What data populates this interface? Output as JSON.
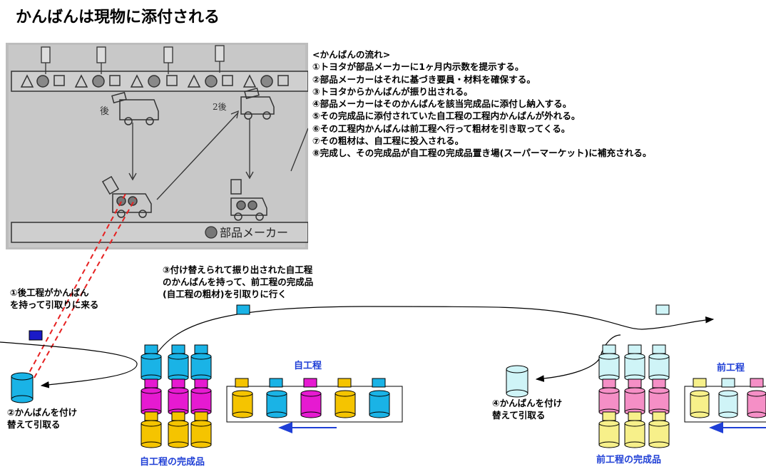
{
  "title": "かんばんは現物に添付される",
  "steps_header": "<かんばんの流れ>",
  "steps": [
    "①トヨタが部品メーカーに1ヶ月内示数を提示する。",
    "②部品メーカーはそれに基づき要員・材料を確保する。",
    "③トヨタからかんばんが振り出される。",
    "④部品メーカーはそのかんばんを該当完成品に添付し納入する。",
    "⑤その完成品に添付されていた自工程の工程内かんばんが外れる。",
    "⑥その工程内かんばんは前工程へ行って粗材を引き取ってくる。",
    "⑦その粗材は、自工程に投入される。",
    "⑧完成し、その完成品が自工程の完成品置き場(スーパーマーケット)に補充される。"
  ],
  "photo": {
    "labels": [
      "後",
      "2後"
    ],
    "legend": "部品メーカー"
  },
  "notes": {
    "n1": [
      "①後工程がかんばん",
      "を持って引取りに来る"
    ],
    "n2": [
      "②かんばんを付け",
      "替えて引取る"
    ],
    "n3": [
      "③付け替えられて振り出された自工程",
      "のかんばんを持って、前工程の完成品",
      "(自工程の粗材)を引取りに行く"
    ],
    "n4": [
      "④かんばんを付け",
      "替えて引取る"
    ]
  },
  "labels": {
    "own_process": "自工程",
    "prev_process": "前工程",
    "own_finished": "自工程の完成品",
    "prev_finished": "前工程の完成品"
  },
  "colors": {
    "cyan": "#1ab3e6",
    "magenta": "#e61ad1",
    "yellow": "#f5c400",
    "light_cyan": "#cff4f7",
    "pink": "#f58fc6",
    "light_yellow": "#f7f08a",
    "navy_kanban": "#1a1ac8",
    "red_dash": "#e62020",
    "arrow_blue": "#1f3fd6"
  }
}
